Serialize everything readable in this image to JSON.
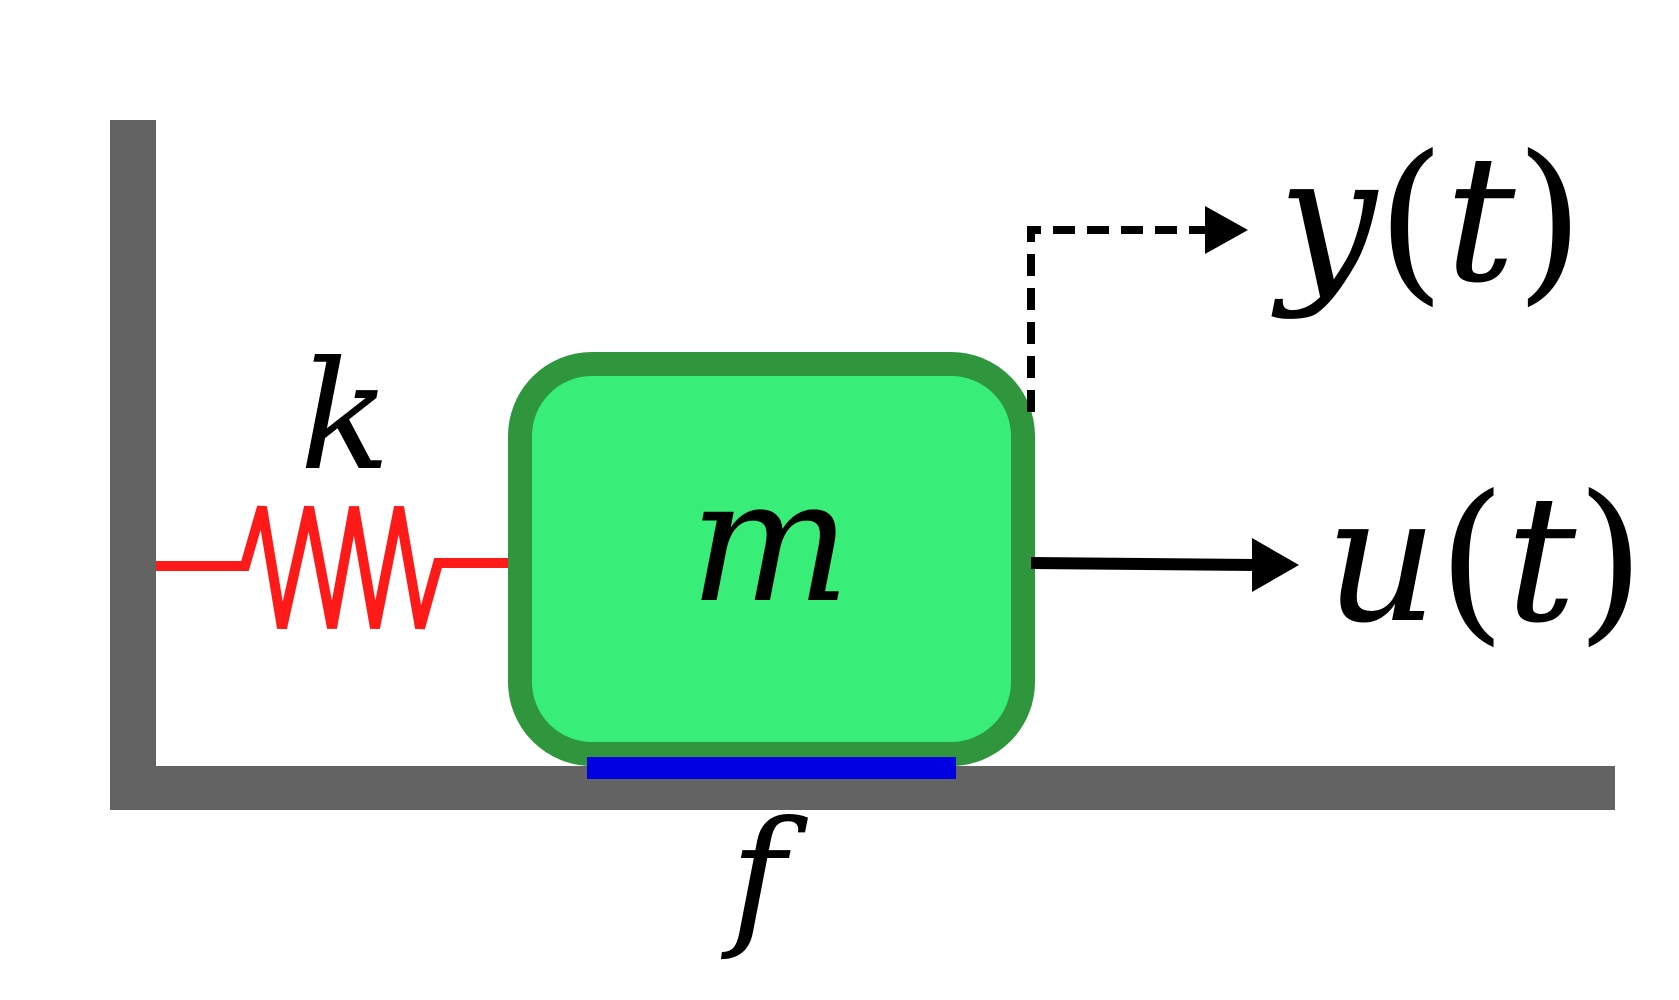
{
  "labels": {
    "spring": "k",
    "mass": "m",
    "friction": "f",
    "output": {
      "var": "y",
      "open": "(",
      "arg": "t",
      "close": ")"
    },
    "input": {
      "var": "u",
      "open": "(",
      "arg": "t",
      "close": ")"
    }
  },
  "colors": {
    "wall": "#636363",
    "spring": "#ff1a1a",
    "mass_fill": "#39ee78",
    "mass_border": "#2f963d",
    "friction_pad": "#0000e0",
    "arrow": "#000000"
  }
}
